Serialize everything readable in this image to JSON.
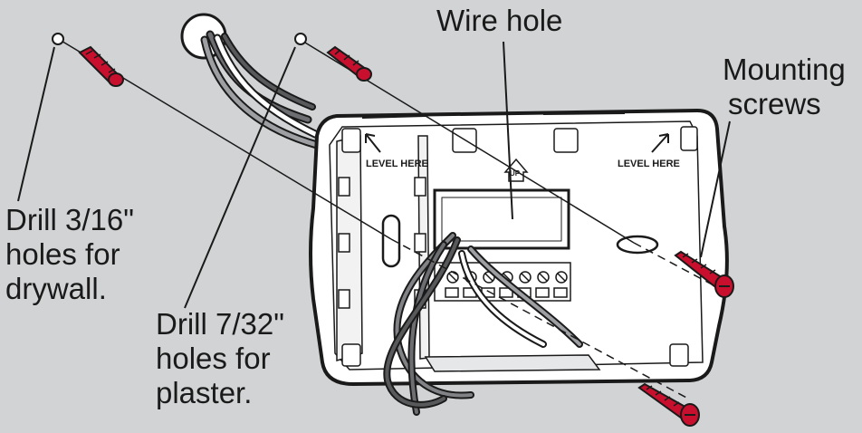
{
  "labels": {
    "wire_hole": "Wire hole",
    "mounting_screws": [
      "Mounting",
      "screws"
    ],
    "drywall": [
      "Drill 3/16\"",
      "holes for",
      "drywall."
    ],
    "plaster": [
      "Drill 7/32\"",
      "holes for",
      "plaster."
    ]
  },
  "plate": {
    "level_left": "LEVEL HERE",
    "level_right": "LEVEL HERE",
    "up_marker": "UP"
  },
  "colors": {
    "background": "#d1d3d4",
    "screw": "#c8102e",
    "plate": "#ffffff",
    "line": "#1a1a1a"
  }
}
